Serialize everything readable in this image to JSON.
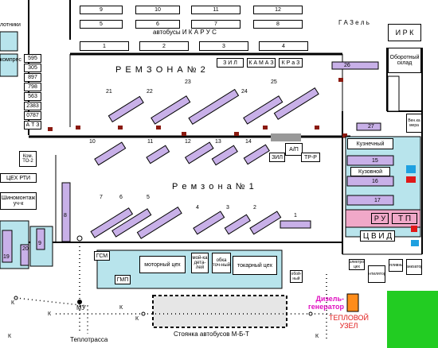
{
  "zones": {
    "zone2": "Р Е М З О Н А   № 2",
    "zone1": "Р е м з о н а   № 1"
  },
  "top": {
    "bus_label": "автобусы  И К А Р У С",
    "bays_row1": [
      "9",
      "10",
      "11",
      "12"
    ],
    "bays_row2": [
      "5",
      "6",
      "7",
      "8"
    ],
    "bays_row3": [
      "1",
      "2",
      "3",
      "4"
    ],
    "gazel": "Г А З е л ь",
    "irk": "И Р К",
    "turnover": "Оборотный склад"
  },
  "trucks": [
    "З И Л",
    "К А М А З",
    "К Р а З"
  ],
  "left_rooms": [
    "595",
    "305",
    "897",
    "798",
    "563",
    "2383",
    "0787",
    "А Т З"
  ],
  "left_labels": {
    "top": "лотники",
    "compress": "компрес",
    "kom_to2": "Ком. ТО-2",
    "shc_rti": "ЦЕХ  РТИ",
    "tyre": "Шиномонтаж уч-к"
  },
  "lifts": {
    "zone2": [
      "21",
      "22",
      "23",
      "24",
      "25"
    ],
    "zone1a": [
      "10",
      "11",
      "12",
      "13",
      "14"
    ],
    "zone1b": [
      "7",
      "6",
      "5",
      "4",
      "3",
      "2",
      "1"
    ],
    "right": [
      "26",
      "27"
    ],
    "left_side": [
      "8",
      "19",
      "20",
      "9"
    ]
  },
  "right_shops": {
    "kuznechny": "Кузнечный",
    "kuzovnoy": "Кузовной",
    "nums": [
      "15",
      "16",
      "17"
    ],
    "ru": "Р У",
    "tp": "Т П",
    "cvid": "Ц В И Д",
    "venk": "Вен.ка мера"
  },
  "small": {
    "zil": "ЗИЛ",
    "ap": "А/П",
    "trr": "ТР-Р"
  },
  "shops": {
    "gsm": "ГСМ",
    "motor": "моторный цех",
    "moyka": "мой-ка дета-лей",
    "obkatka": "обка точ-ный",
    "tokar": "токарный цех",
    "oboy": "обой-ный",
    "gmp": "ГМП"
  },
  "right_bottom": [
    "электро цех",
    "вентиляторы",
    "топливный",
    "вулканизаторный"
  ],
  "bottom": {
    "mu": "МУ",
    "k": "К",
    "teplotrassa": "Теплотрасса",
    "stoyanka": "Стоянка   автобусов  М-Б-Т",
    "diesel": "Дизель- генератор",
    "teplovoy": "ТЕПЛОВОЙ УЗЕЛ"
  },
  "colors": {
    "lift": "#c8b0e8",
    "cyan": "#b8e4ec",
    "pink": "#f0a8c8",
    "green": "#22cc22",
    "orange": "#ff8c1a",
    "magenta": "#e010c0",
    "brown": "#8b1a10",
    "accent_red": "#e01818",
    "accent_blue": "#1ea0e0"
  }
}
